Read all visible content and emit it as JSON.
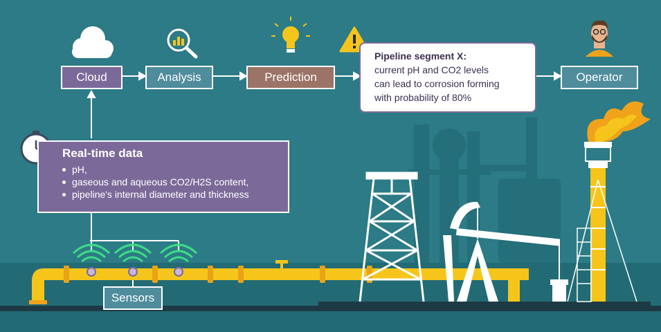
{
  "flow": {
    "cloud": "Cloud",
    "analysis": "Analysis",
    "prediction": "Prediction",
    "operator": "Operator",
    "sensors": "Sensors"
  },
  "alert": {
    "title": "Pipeline segment X:",
    "lines": [
      "current pH and CO2 levels",
      "can lead to corrosion forming",
      "with probability of 80%"
    ]
  },
  "realtime": {
    "title": "Real-time data",
    "items": [
      "pH,",
      "gaseous and aqueous CO2/H2S content,",
      "pipeline's internal diameter and thickness"
    ]
  },
  "colors": {
    "background": "#2c7b86",
    "pipe": "#f6c51b",
    "step_blue": "#4f8c9c",
    "step_purple": "#7b6a99",
    "step_brown": "#9b7467",
    "signal": "#3ddc84"
  },
  "icons": [
    "cloud-icon",
    "analysis-magnifier-icon",
    "lightbulb-icon",
    "warning-icon",
    "operator-avatar-icon",
    "clock-icon",
    "wifi-signal-icon"
  ]
}
